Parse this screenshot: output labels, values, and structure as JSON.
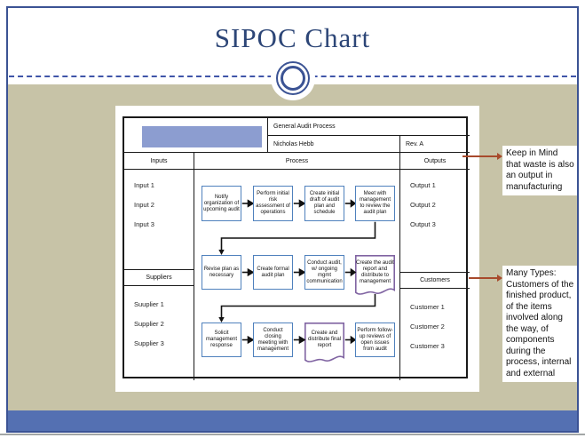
{
  "slide": {
    "title": "SIPOC Chart",
    "colors": {
      "border_blue": "#3b5394",
      "title_text": "#2d4677",
      "background_olive": "#c7c3a7",
      "footer_bar_blue": "#5470b2",
      "flow_box_border": "#4f81bd",
      "document_shape_border": "#8064a2",
      "annotation_arrow_red": "#a84a2c",
      "logo_placeholder_blue": "#8c9dd0"
    }
  },
  "diagram": {
    "header": {
      "process_title": "General Audit Process",
      "author": "Nicholas Hebb",
      "revision": "Rev. A"
    },
    "column_headers": {
      "inputs": "Inputs",
      "process": "Process",
      "outputs": "Outputs",
      "suppliers": "Suppliers",
      "customers": "Customers"
    },
    "inputs": [
      "Input 1",
      "Input 2",
      "Input 3"
    ],
    "suppliers": [
      "Suuplier 1",
      "Supplier 2",
      "Supplier 3"
    ],
    "outputs": [
      "Output 1",
      "Output 2",
      "Output 3"
    ],
    "customers": [
      "Customer 1",
      "Customer 2",
      "Customer 3"
    ],
    "process_rows": [
      [
        "Notify organization of upcoming audit",
        "Perform initial risk assessment of operations",
        "Create initial draft of audit plan and schedule",
        "Meet with management to review the audit plan"
      ],
      [
        "Revise plan as necessary",
        "Create formal audit plan",
        "Conduct audit, w/ ongoing mgmt communication",
        "Create the audit report and distribute to management"
      ],
      [
        "Solicit management response",
        "Conduct closing meeting with management",
        "Create and distribute final report",
        "Perform follow-up reviews of open issues from audit"
      ]
    ]
  },
  "annotations": {
    "outputs_note": "Keep in Mind that waste is also an output in manufacturing",
    "customers_note": "Many Types: Customers of the finished product, of the items involved along the way, of components during the process, internal and external"
  }
}
